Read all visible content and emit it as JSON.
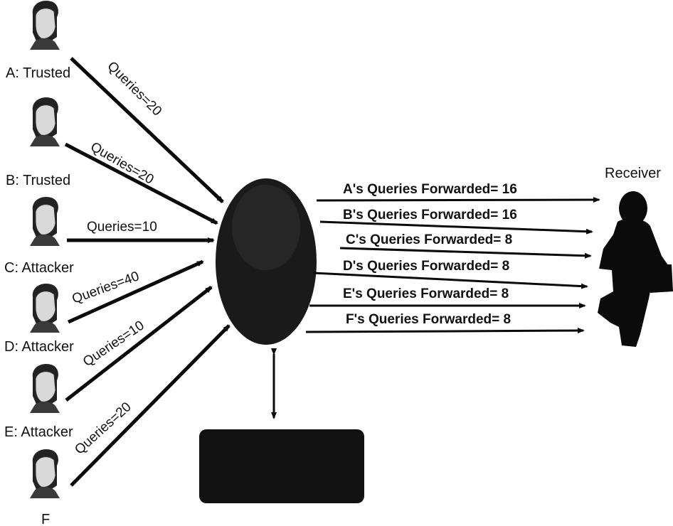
{
  "sources": [
    {
      "label": "A: Trusted",
      "queries_label": "Queries=20"
    },
    {
      "label": "B: Trusted",
      "queries_label": "Queries=20"
    },
    {
      "label": "C: Attacker",
      "queries_label": "Queries=10"
    },
    {
      "label": "D: Attacker",
      "queries_label": "Queries=40"
    },
    {
      "label": "E: Attacker",
      "queries_label": "Queries=10"
    },
    {
      "label": "F",
      "queries_label": "Queries=20"
    }
  ],
  "hub": {
    "label": ""
  },
  "box": {
    "label": ""
  },
  "receiver": {
    "label": "Receiver"
  },
  "forwarded": [
    {
      "label": "A's Queries Forwarded= 16"
    },
    {
      "label": "B's Queries Forwarded= 16"
    },
    {
      "label": "C's Queries Forwarded= 8"
    },
    {
      "label": "D's Queries Forwarded=  8"
    },
    {
      "label": "E's Queries Forwarded=  8"
    },
    {
      "label": "F's Queries Forwarded= 8"
    }
  ],
  "colors": {
    "line": "#0a0a0a",
    "hub": "#1a1a1a",
    "box": "#111111",
    "figure": "#0b0b0b"
  }
}
